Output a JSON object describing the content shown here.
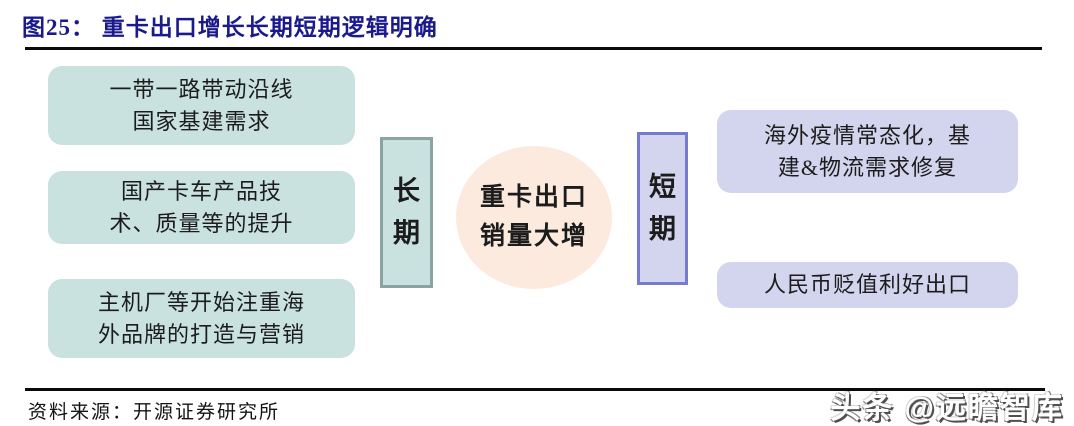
{
  "figure": {
    "title": "图25： 重卡出口增长长期短期逻辑明确",
    "title_color": "#1a1a8c"
  },
  "diagram": {
    "left_boxes": [
      {
        "text": "一带一路带动沿线\n国家基建需求"
      },
      {
        "text": "国产卡车产品技\n术、质量等的提升"
      },
      {
        "text": "主机厂等开始注重海\n外品牌的打造与营销"
      }
    ],
    "long_term_label": "长期",
    "short_term_label": "短期",
    "center_circle_text": "重卡出口\n销量大增",
    "right_boxes": [
      {
        "text": "海外疫情常态化，基\n建&物流需求修复"
      },
      {
        "text": "人民币贬值利好出口"
      }
    ],
    "colors": {
      "teal_fill": "#c9e2e0",
      "teal_border": "#8aa4a4",
      "purple_fill": "#d3d4ee",
      "purple_border": "#767bd0",
      "circle_fill": "#fceade",
      "title_navy": "#1a1a8c"
    }
  },
  "footer": {
    "source": "资料来源：开源证券研究所"
  },
  "watermark": {
    "text": "头条 @远瞻智库"
  }
}
